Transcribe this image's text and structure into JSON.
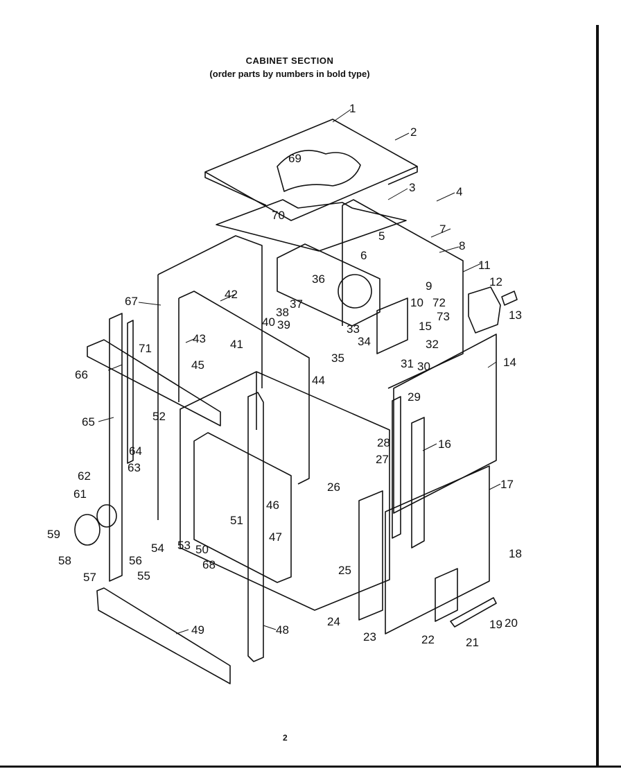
{
  "header": {
    "title": "CABINET SECTION",
    "subtitle": "(order parts by numbers in bold type)"
  },
  "footer": {
    "page_number": "2"
  },
  "diagram": {
    "callouts": [
      "1",
      "2",
      "3",
      "4",
      "5",
      "6",
      "7",
      "8",
      "9",
      "10",
      "11",
      "12",
      "13",
      "14",
      "15",
      "16",
      "17",
      "18",
      "19",
      "20",
      "21",
      "22",
      "23",
      "24",
      "25",
      "26",
      "27",
      "28",
      "29",
      "30",
      "31",
      "32",
      "33",
      "34",
      "35",
      "36",
      "37",
      "38",
      "39",
      "40",
      "41",
      "42",
      "43",
      "44",
      "45",
      "46",
      "47",
      "48",
      "49",
      "50",
      "51",
      "52",
      "53",
      "54",
      "55",
      "56",
      "57",
      "58",
      "59",
      "61",
      "62",
      "63",
      "64",
      "65",
      "66",
      "67",
      "68",
      "69",
      "70",
      "71",
      "72",
      "73"
    ]
  },
  "colors": {
    "ink": "#111111",
    "paper": "#ffffff"
  }
}
